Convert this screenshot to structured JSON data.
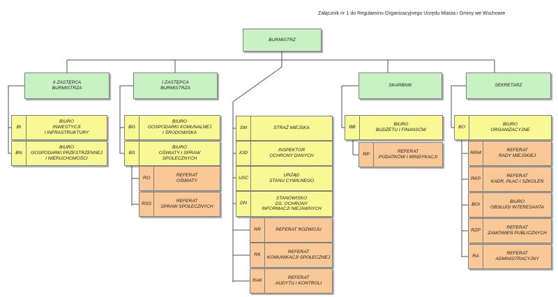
{
  "caption": "Załącznik nr 1 do Regulaminu Organizacyjnego Urzędu Miasta i Gminy we Wschowie",
  "top": {
    "label": "BURMISTRZ"
  },
  "heads": {
    "ii_zastepca": "II ZASTĘPCA\nBURMISTRZA",
    "i_zastepca": "I ZASTĘPCA\nBURMISTRZA",
    "skarbnik": "SKARBNIK",
    "sekretarz": "SEKRETARZ"
  },
  "colors": {
    "head_fill": "#c8f2c4",
    "biuro_fill": "#f8f895",
    "referat_fill": "#fac896",
    "line": "#4d4d4d"
  },
  "units": {
    "bi": {
      "code": "BI",
      "name": "BIURO\nINWESTYCJI\nI INFRASTRUKTURY"
    },
    "bn": {
      "code": "BN",
      "name": "BIURO\nGOSPODARKI PRZESTRZENNEJ\nI NIERUCHOMOŚCI"
    },
    "bg": {
      "code": "BG",
      "name": "BIURO\nGOSPODARKI KOMUNALNEJ\nI ŚRODOWISKA"
    },
    "bs": {
      "code": "BS",
      "name": "BIURO\nOŚWIATY I SPRAW\nSPOŁECZNYCH"
    },
    "ro": {
      "code": "RO",
      "name": "REFERAT\nOŚWIATY"
    },
    "rss": {
      "code": "RSS",
      "name": "REFERAT\nSPRAW SPOŁECZNYCH"
    },
    "sm": {
      "code": "SM",
      "name": "STRAŻ MIEJSKA"
    },
    "iod": {
      "code": "IOD",
      "name": "INSPEKTOR\nOCHRONY DANYCH"
    },
    "usc": {
      "code": "USC",
      "name": "URZĄD\nSTANU CYWILNEGO"
    },
    "dn": {
      "code": "DN",
      "name": "STANOWISKO\nDS. OCHRONY\nINFORMACJI NIEJAWNYCH"
    },
    "rr": {
      "code": "RR",
      "name": "REFERAT ROZWOJU"
    },
    "rk": {
      "code": "RK",
      "name": "REFERAT\nKOMUNIKACJI SPOŁECZNEJ"
    },
    "rak": {
      "code": "RAK",
      "name": "REFERAT\nAUDYTU I KONTROLI"
    },
    "bb": {
      "code": "BB",
      "name": "BIURO\nBUDŻETU I FINANSÓW"
    },
    "rp": {
      "code": "RP",
      "name": "REFERAT\nPODATKÓW I WINDYKACJI"
    },
    "bo": {
      "code": "BO",
      "name": "BIURO\nORGANIZACYJNE"
    },
    "rrm": {
      "code": "RRM",
      "name": "REFERAT\nRADY MIEJSKIEJ"
    },
    "rkp": {
      "code": "RKP",
      "name": "REFERAT\nKADR, PŁAC I SZKOLEŃ"
    },
    "boi": {
      "code": "BOI",
      "name": "BIURO\nOBSŁUGI INTERESANTA"
    },
    "rzp": {
      "code": "RZP",
      "name": "REFERAT\nZAMÓWIEŃ PUBLICZNYCH"
    },
    "ra": {
      "code": "RA",
      "name": "REFERAT\nADMINISTRACYJNY"
    }
  }
}
